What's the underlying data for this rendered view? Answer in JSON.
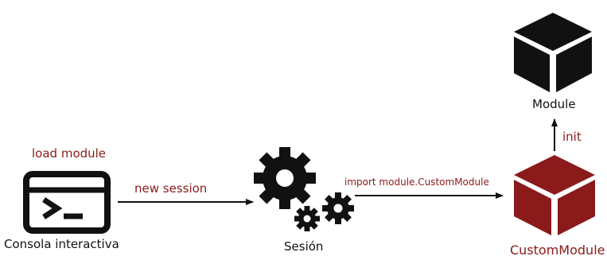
{
  "colors": {
    "accent": "#8b1a1a",
    "ink": "#111111",
    "background": "#ffffff"
  },
  "nodes": {
    "console": {
      "label": "Consola interactiva",
      "icon": "terminal-icon"
    },
    "session": {
      "label": "Sesión",
      "icon": "gears-icon"
    },
    "custom_module": {
      "label": "CustomModule",
      "icon": "cube-icon"
    },
    "module": {
      "label": "Module",
      "icon": "cube-icon"
    }
  },
  "edges": {
    "load_module": "load module",
    "new_session": "new session",
    "import_module": "import module.CustomModule",
    "init": "init"
  }
}
